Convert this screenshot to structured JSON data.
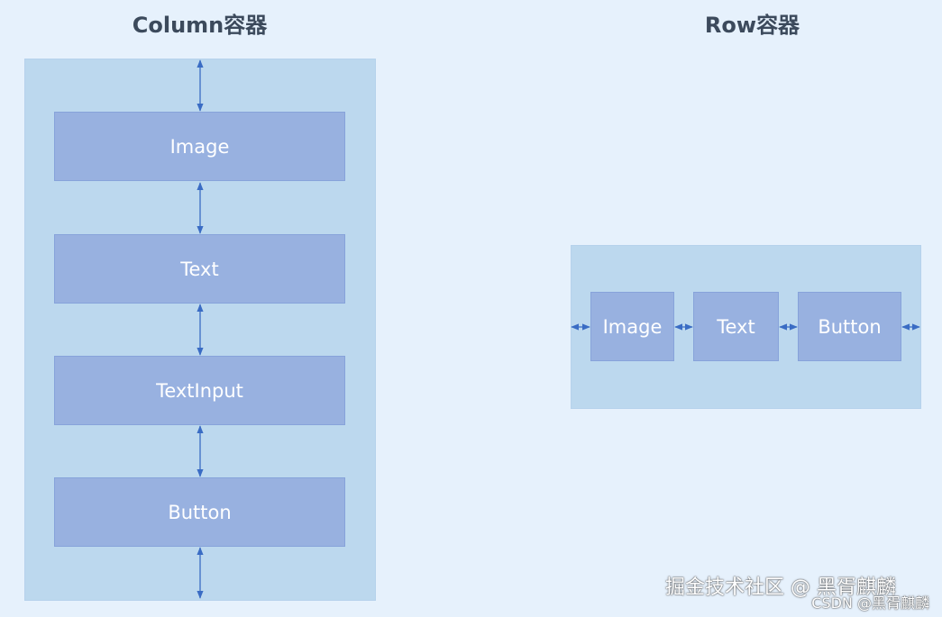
{
  "column": {
    "title": "Column容器",
    "children": [
      "Image",
      "Text",
      "TextInput",
      "Button"
    ]
  },
  "row": {
    "title": "Row容器",
    "children": [
      "Image",
      "Text",
      "Button"
    ]
  },
  "watermark": {
    "main": "掘金技术社区 @ 黑胥麒麟",
    "csdn": "CSDN @黑胥麒麟"
  },
  "colors": {
    "background": "#e6f1fc",
    "container": "#bcd8ee",
    "child": "#98b1e0",
    "arrow": "#3a6cc4"
  }
}
